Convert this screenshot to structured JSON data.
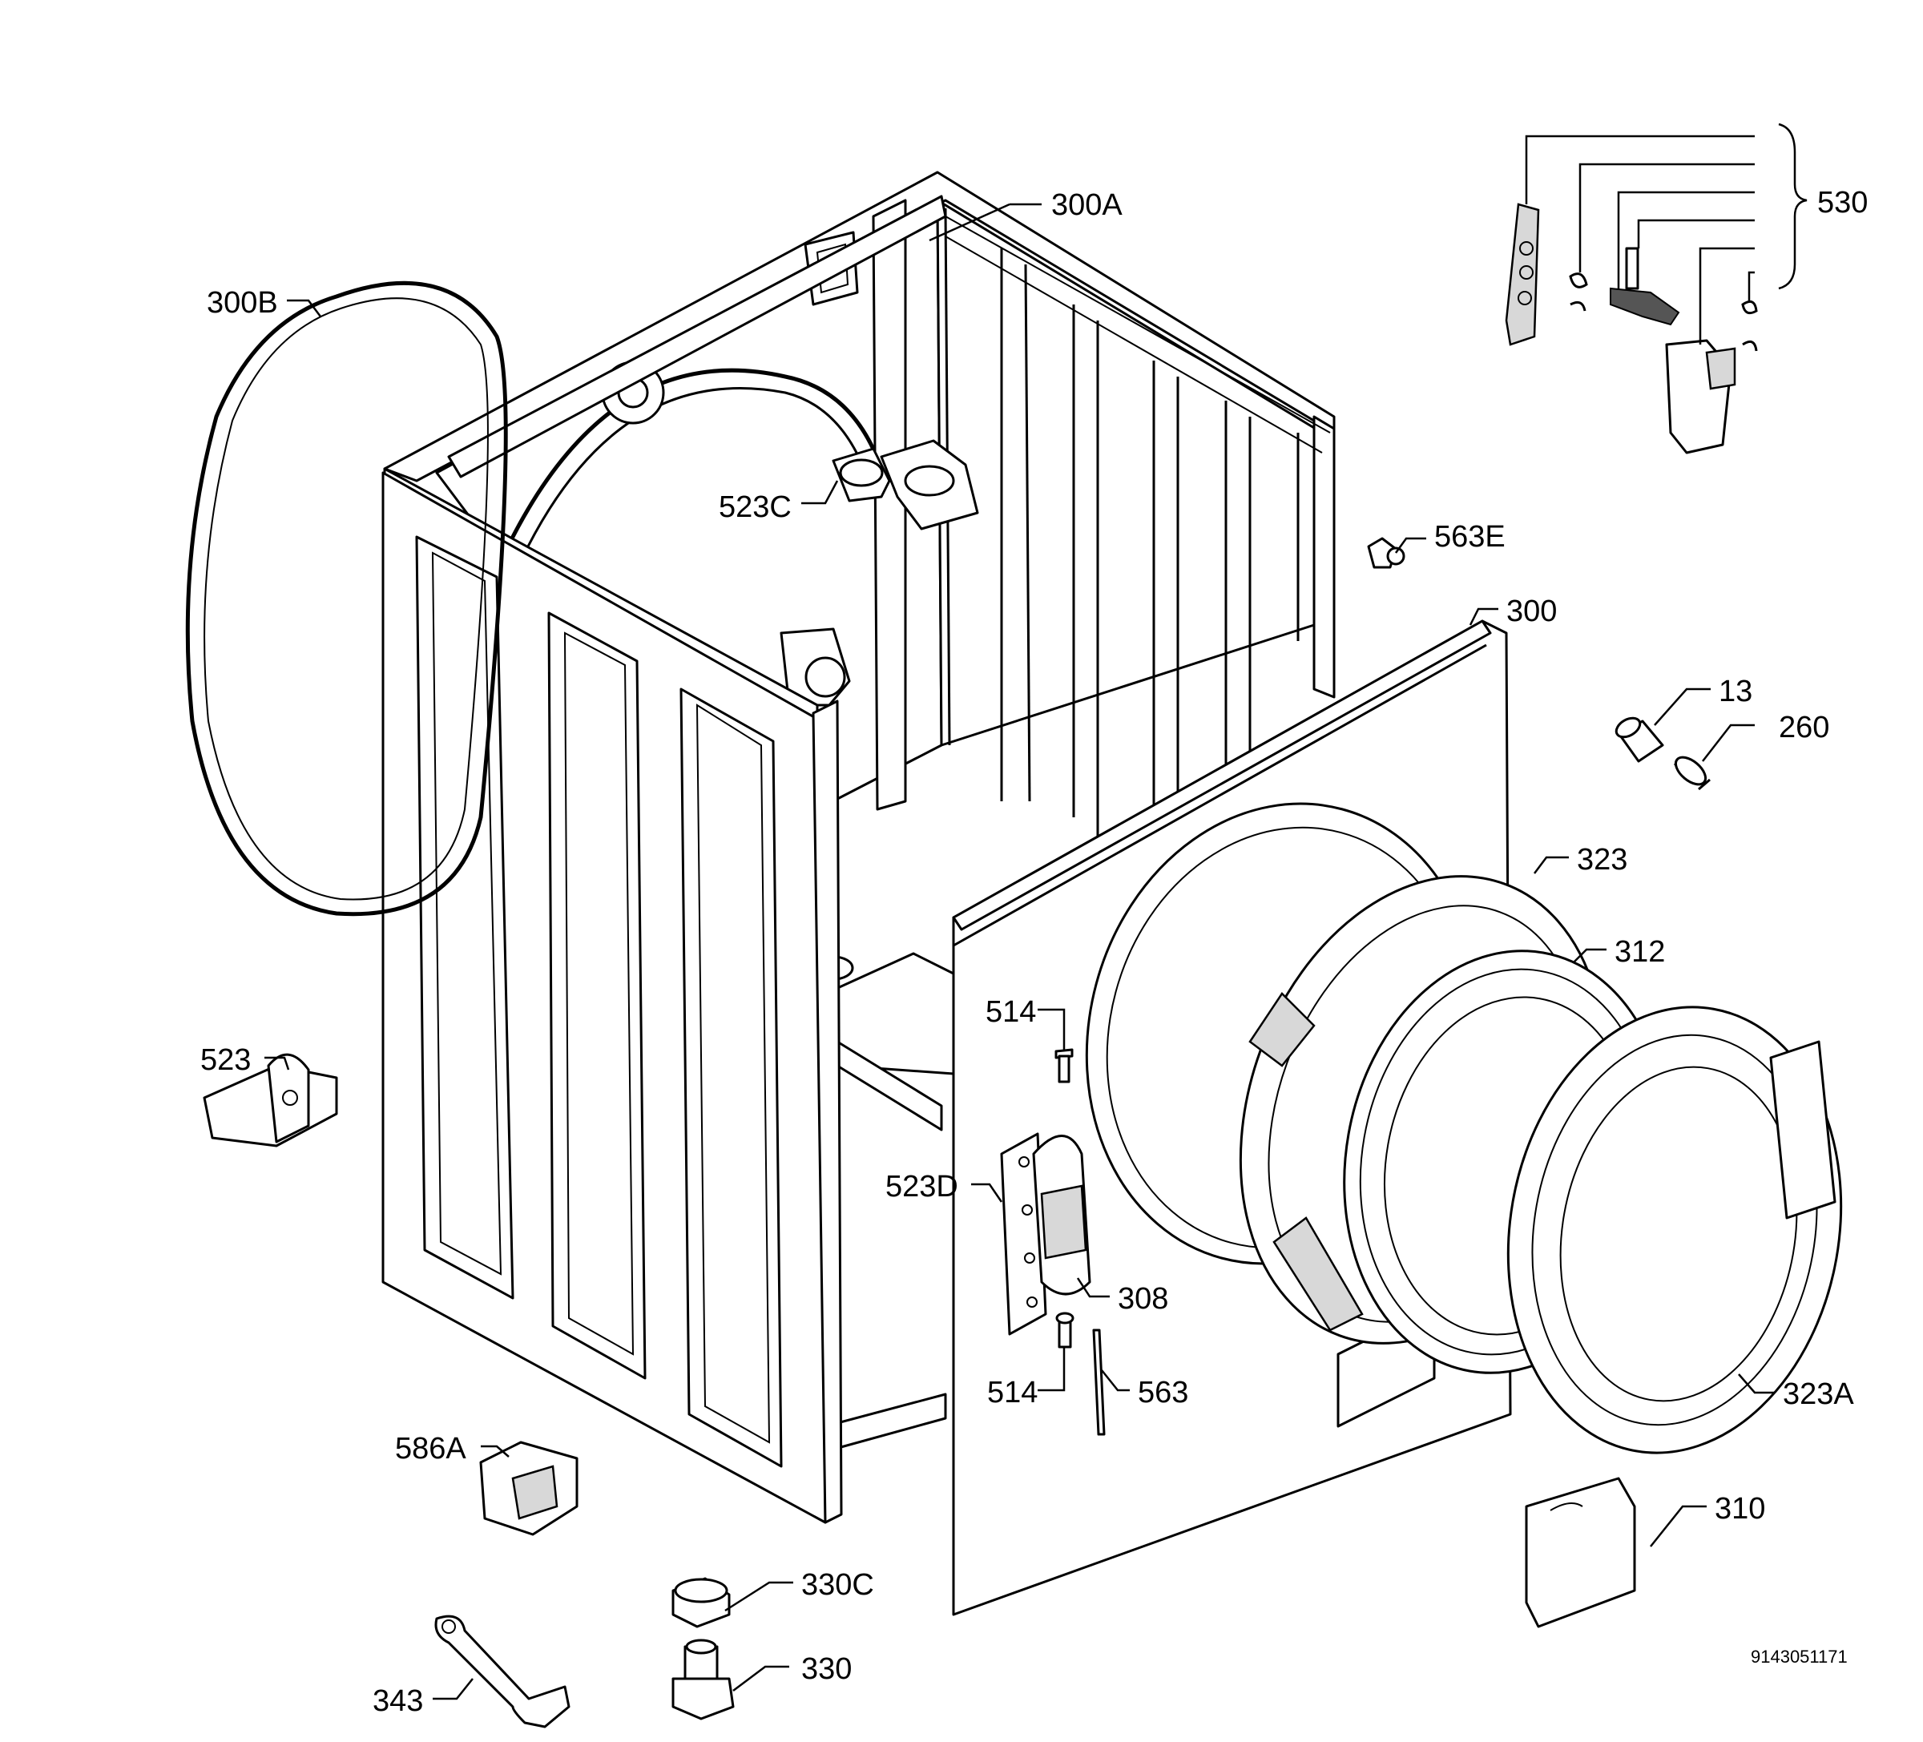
{
  "labels": {
    "p300A": "300A",
    "p300B": "300B",
    "p523C": "523C",
    "p563E": "563E",
    "p530": "530",
    "p300": "300",
    "p13": "13",
    "p260": "260",
    "p323": "323",
    "p312": "312",
    "p514a": "514",
    "p523": "523",
    "p523D": "523D",
    "p308": "308",
    "p514b": "514",
    "p563": "563",
    "p323A": "323A",
    "p586A": "586A",
    "p310": "310",
    "p330C": "330C",
    "p330": "330",
    "p343": "343"
  },
  "drawing_code": "9143051171"
}
